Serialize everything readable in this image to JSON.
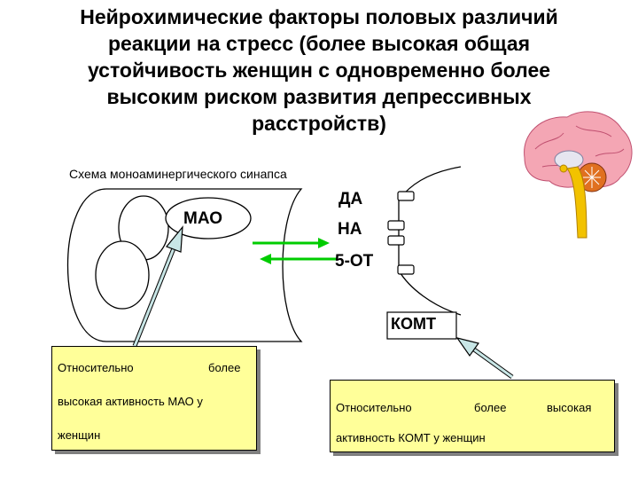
{
  "title_lines": [
    "Нейрохимические факторы половых различий",
    "реакции на стресс (более высокая общая",
    "устойчивость женщин с одновременно более",
    "высоким риском развития депрессивных",
    "расстройств)"
  ],
  "subtitle": "Схема моноаминергического синапса",
  "labels": {
    "mao": "МАО",
    "da": "ДА",
    "na": "НА",
    "five_ot": "5-ОТ",
    "komt": "КОМТ"
  },
  "notes": {
    "mao": {
      "line1_a": "Относительно",
      "line1_b": "более",
      "line2": "высокая активность МАО у",
      "line3": "женщин"
    },
    "komt": {
      "line1_a": "Относительно",
      "line1_b": "более",
      "line1_c": "высокая",
      "line2": "активность КОМТ у женщин"
    }
  },
  "colors": {
    "arrow_green": "#00cc00",
    "note_fill": "#ffff99",
    "pointer_fill": "#c8e6e6",
    "brain_pink": "#f4a6b4",
    "brainstem_yellow": "#f2c200",
    "cerebellum_orange": "#e07020"
  },
  "icons": [
    "brain-illustration"
  ]
}
